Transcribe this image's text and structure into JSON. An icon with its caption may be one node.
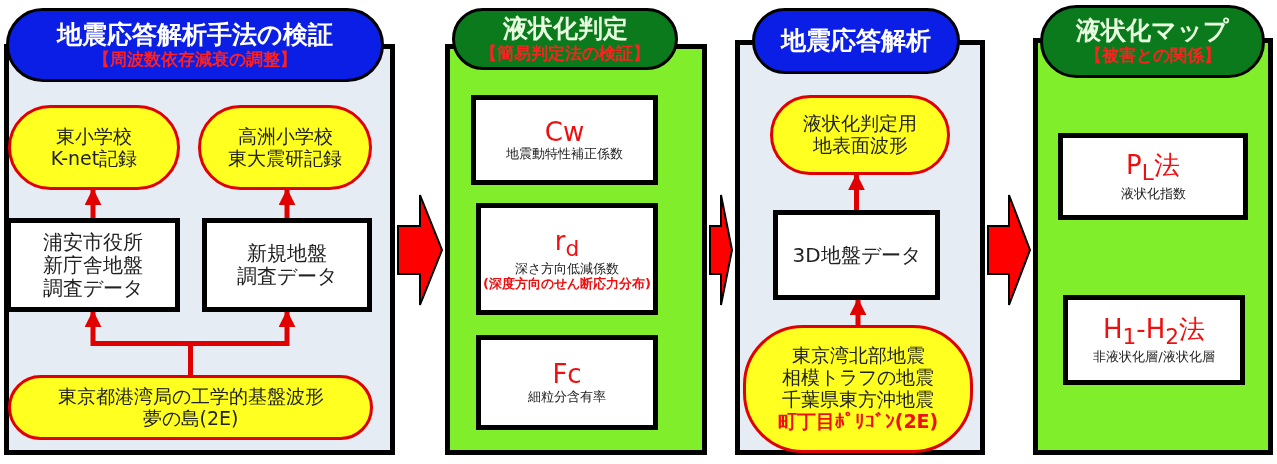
{
  "diagram": {
    "nodes": [
      {
        "text": [
          "地震応答解析手法の検証",
          "【周波数依存減衰の調整】"
        ]
      },
      {
        "text": [
          "東小学校K-net記録"
        ],
        "in": 0
      },
      {
        "text": [
          "高洲小学校東大震研記録"
        ],
        "in": 0
      },
      {
        "text": [
          "浦安市役所新庁舎地盤調査データ"
        ],
        "in": 0
      },
      {
        "text": [
          "新規地盤調査データ"
        ],
        "in": 0
      },
      {
        "text": [
          "東京都港湾局の工学的基盤波形夢の島(2E)"
        ],
        "in": 0
      },
      {
        "text": [
          "液状化判定",
          "【簡易判定法の検証】"
        ]
      },
      {
        "text": [
          "Cw",
          "地震動特性補正係数"
        ],
        "in": 6
      },
      {
        "text": [
          "r$_{d}$",
          "深さ方向低減係数",
          "(深度方向のせん断応力分布)"
        ],
        "in": 6
      },
      {
        "text": [
          "Fc",
          "細粒分含有率"
        ],
        "in": 6
      },
      {
        "text": [
          "地震応答解析"
        ]
      },
      {
        "text": [
          "液状化判定用地表面波形"
        ],
        "in": 10
      },
      {
        "text": [
          "3D地盤データ"
        ],
        "in": 10
      },
      {
        "text": [
          "東京湾北部地震相模トラフの地震千葉県東方沖地震",
          "町丁目ﾎﾟﾘｺﾞﾝ(2E)"
        ],
        "in": 10
      },
      {
        "text": [
          "液状化マップ",
          "【被害との関係】"
        ]
      },
      {
        "text": [
          "P$_{L}$法",
          "液状化指数"
        ],
        "in": 14
      },
      {
        "text": [
          "H$_{1}$-H$_{2}$法",
          "非液状化層/液状化層"
        ],
        "in": 14
      }
    ],
    "edges": [
      {
        "from": 3,
        "to": 1,
        "arrow": "to"
      },
      {
        "from": 4,
        "to": 2,
        "arrow": "to"
      },
      {
        "from": 5,
        "to": 3,
        "arrow": "to"
      },
      {
        "from": 5,
        "to": 4,
        "arrow": "to"
      },
      {
        "from": 12,
        "to": 11,
        "arrow": "to"
      },
      {
        "from": 13,
        "to": 12,
        "arrow": "to"
      },
      {
        "from": 0,
        "to": 6,
        "arrow": "to",
        "style": "thick"
      },
      {
        "from": 6,
        "to": 10,
        "arrow": "to",
        "style": "thick"
      },
      {
        "from": 10,
        "to": 14,
        "arrow": "to",
        "style": "thick"
      }
    ]
  }
}
